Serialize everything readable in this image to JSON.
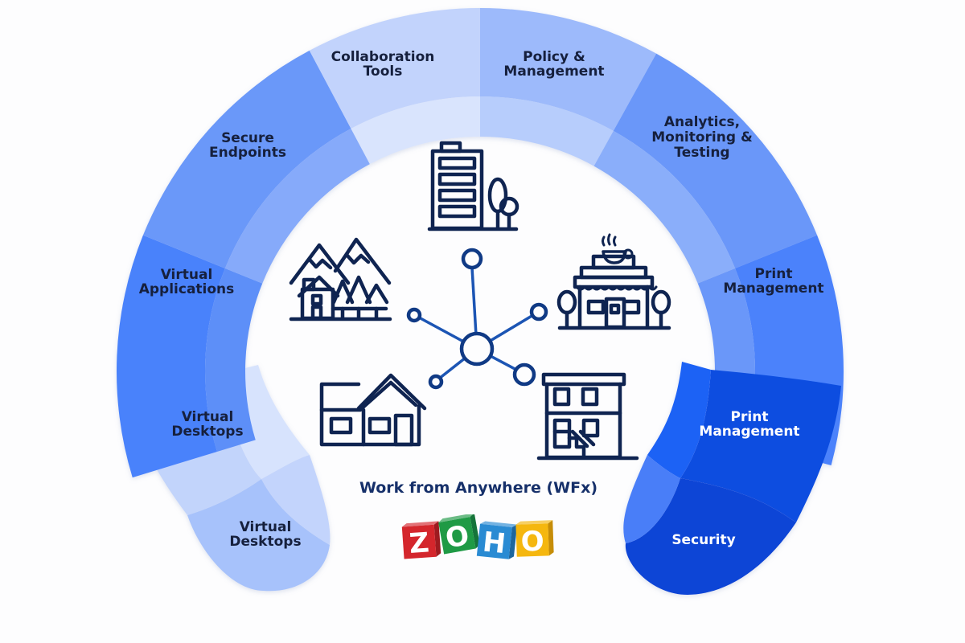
{
  "diagram": {
    "title": "Work from Anywhere (WFx)",
    "logo": {
      "name": "ZOHO",
      "letters": [
        {
          "char": "Z",
          "color": "#d4262c",
          "side": "#9e1b20"
        },
        {
          "char": "O",
          "color": "#1f9a45",
          "side": "#15743a"
        },
        {
          "char": "H",
          "color": "#2a8bd3",
          "side": "#1d669e"
        },
        {
          "char": "O",
          "color": "#f5b70f",
          "side": "#c68d08"
        }
      ]
    },
    "segments": [
      {
        "id": "virtual-desktops-2",
        "lines": [
          "Virtual",
          "Desktops"
        ],
        "outer": "#a7c2fb",
        "inner": "#c3d4fc",
        "text": "#16203d"
      },
      {
        "id": "virtual-desktops-1",
        "lines": [
          "Virtual",
          "Desktops"
        ],
        "outer": "#c2d4fb",
        "inner": "#d7e3fd",
        "text": "#16203d"
      },
      {
        "id": "virtual-applications",
        "lines": [
          "Virtual",
          "Applications"
        ],
        "outer": "#4a82fb",
        "inner": "#5d8ff8",
        "text": "#16203d"
      },
      {
        "id": "secure-endpoints",
        "lines": [
          "Secure",
          "Endpoints"
        ],
        "outer": "#6b98f9",
        "inner": "#86aafa",
        "text": "#16203d"
      },
      {
        "id": "collaboration-tools",
        "lines": [
          "Collaboration",
          "Tools"
        ],
        "outer": "#c2d3fc",
        "inner": "#d9e4fd",
        "text": "#16203d"
      },
      {
        "id": "policy-management",
        "lines": [
          "Policy &",
          "Management"
        ],
        "outer": "#9dbafb",
        "inner": "#b7cdfc",
        "text": "#16203d"
      },
      {
        "id": "analytics-monitoring-testing",
        "lines": [
          "Analytics,",
          "Monitoring &",
          "Testing"
        ],
        "outer": "#6a97f9",
        "inner": "#8aaefa",
        "text": "#16203d"
      },
      {
        "id": "print-management-1",
        "lines": [
          "Print",
          "Management"
        ],
        "outer": "#4b82fb",
        "inner": "#6a97f9",
        "text": "#16203d"
      },
      {
        "id": "print-management-2",
        "lines": [
          "Print",
          "Management"
        ],
        "outer": "#0a4ee0",
        "inner": "#1d62f5",
        "text": "#ffffff"
      },
      {
        "id": "security",
        "lines": [
          "Security"
        ],
        "outer": "#0844d6",
        "inner": "#4a7ef8",
        "text": "#ffffff"
      }
    ],
    "icons": [
      {
        "name": "office-building-icon"
      },
      {
        "name": "mountain-cabin-icon"
      },
      {
        "name": "coffee-shop-icon"
      },
      {
        "name": "suburban-house-icon"
      },
      {
        "name": "townhouse-icon"
      },
      {
        "name": "network-hub-icon"
      }
    ],
    "colors": {
      "icon_stroke": "#0f2451",
      "hub_stroke": "#1c55b4",
      "title": "#16306a"
    }
  }
}
